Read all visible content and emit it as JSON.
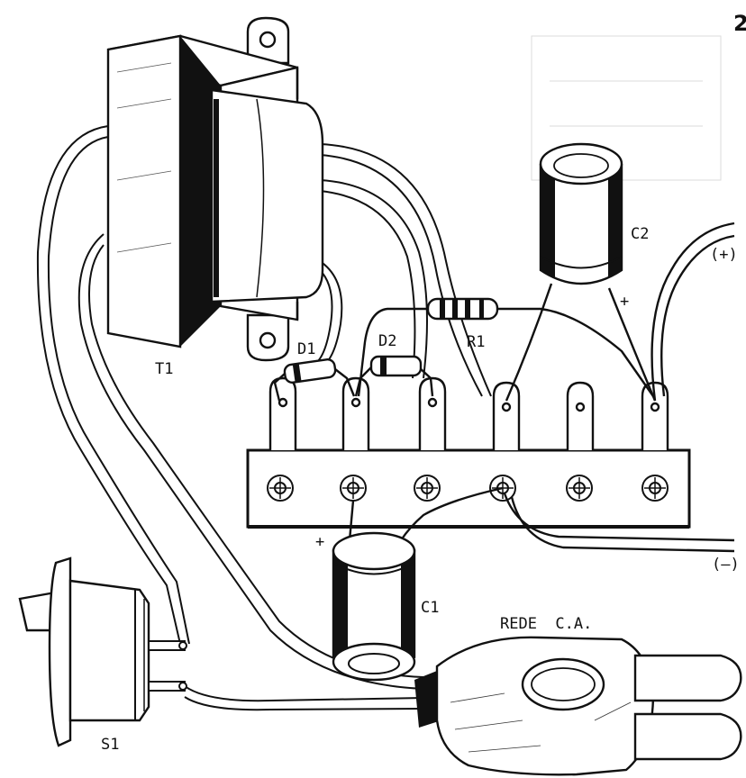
{
  "page_number": "2",
  "labels": {
    "transformer": "T1",
    "diode1": "D1",
    "diode2": "D2",
    "resistor": "R1",
    "capacitor1": "C1",
    "capacitor2": "C2",
    "switch": "S1",
    "mains": "REDE  C.A.",
    "positive_output": "(+)",
    "negative_output": "(–)",
    "c1_polarity": "+",
    "c2_polarity": "+"
  }
}
